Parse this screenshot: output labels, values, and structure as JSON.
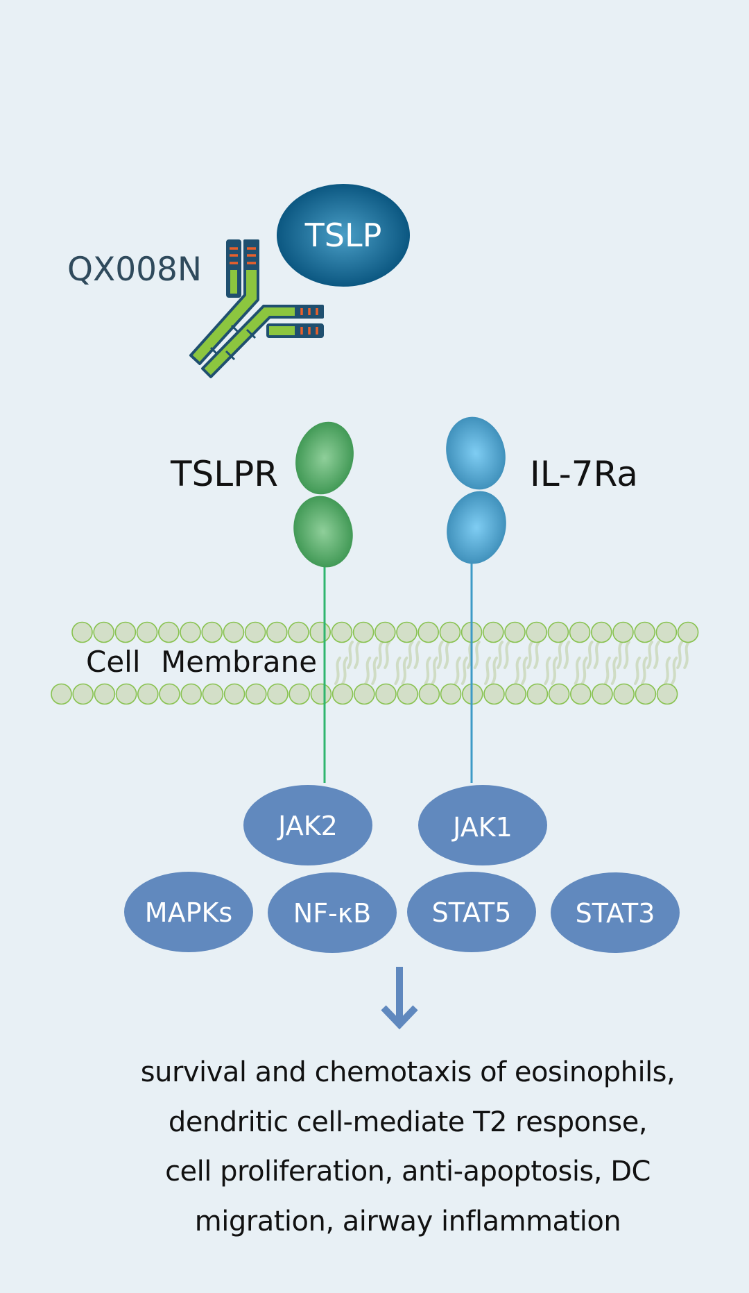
{
  "colors": {
    "background": "#e8f0f5",
    "tslp": "#0b5a82",
    "tslpr": "#3c9650",
    "il7ra": "#3a8fbb",
    "signal_node": "#6189be",
    "membrane_head": "#d3dfc8",
    "membrane_head_stroke": "#88c24f",
    "antibody_green": "#8cc63f",
    "antibody_border": "#1f4f6f",
    "antibody_cdr": "#e8602c",
    "arrow": "#5f88be"
  },
  "ligand": {
    "label": "TSLP"
  },
  "antibody": {
    "label": "QX008N"
  },
  "receptors": [
    {
      "label": "TSLPR"
    },
    {
      "label": "IL-7Ra"
    }
  ],
  "membrane": {
    "label_part1": "Cell",
    "label_part2": "Membrane"
  },
  "kinases": [
    {
      "label": "JAK2"
    },
    {
      "label": "JAK1"
    }
  ],
  "pathways": [
    {
      "label": "MAPKs"
    },
    {
      "label": "NF-κB"
    },
    {
      "label": "STAT5"
    },
    {
      "label": "STAT3"
    }
  ],
  "outcome": {
    "lines": [
      "survival and chemotaxis of eosinophils,",
      "dendritic cell-mediate T2 response,",
      "cell proliferation, anti-apoptosis, DC",
      "migration, airway inflammation"
    ]
  }
}
